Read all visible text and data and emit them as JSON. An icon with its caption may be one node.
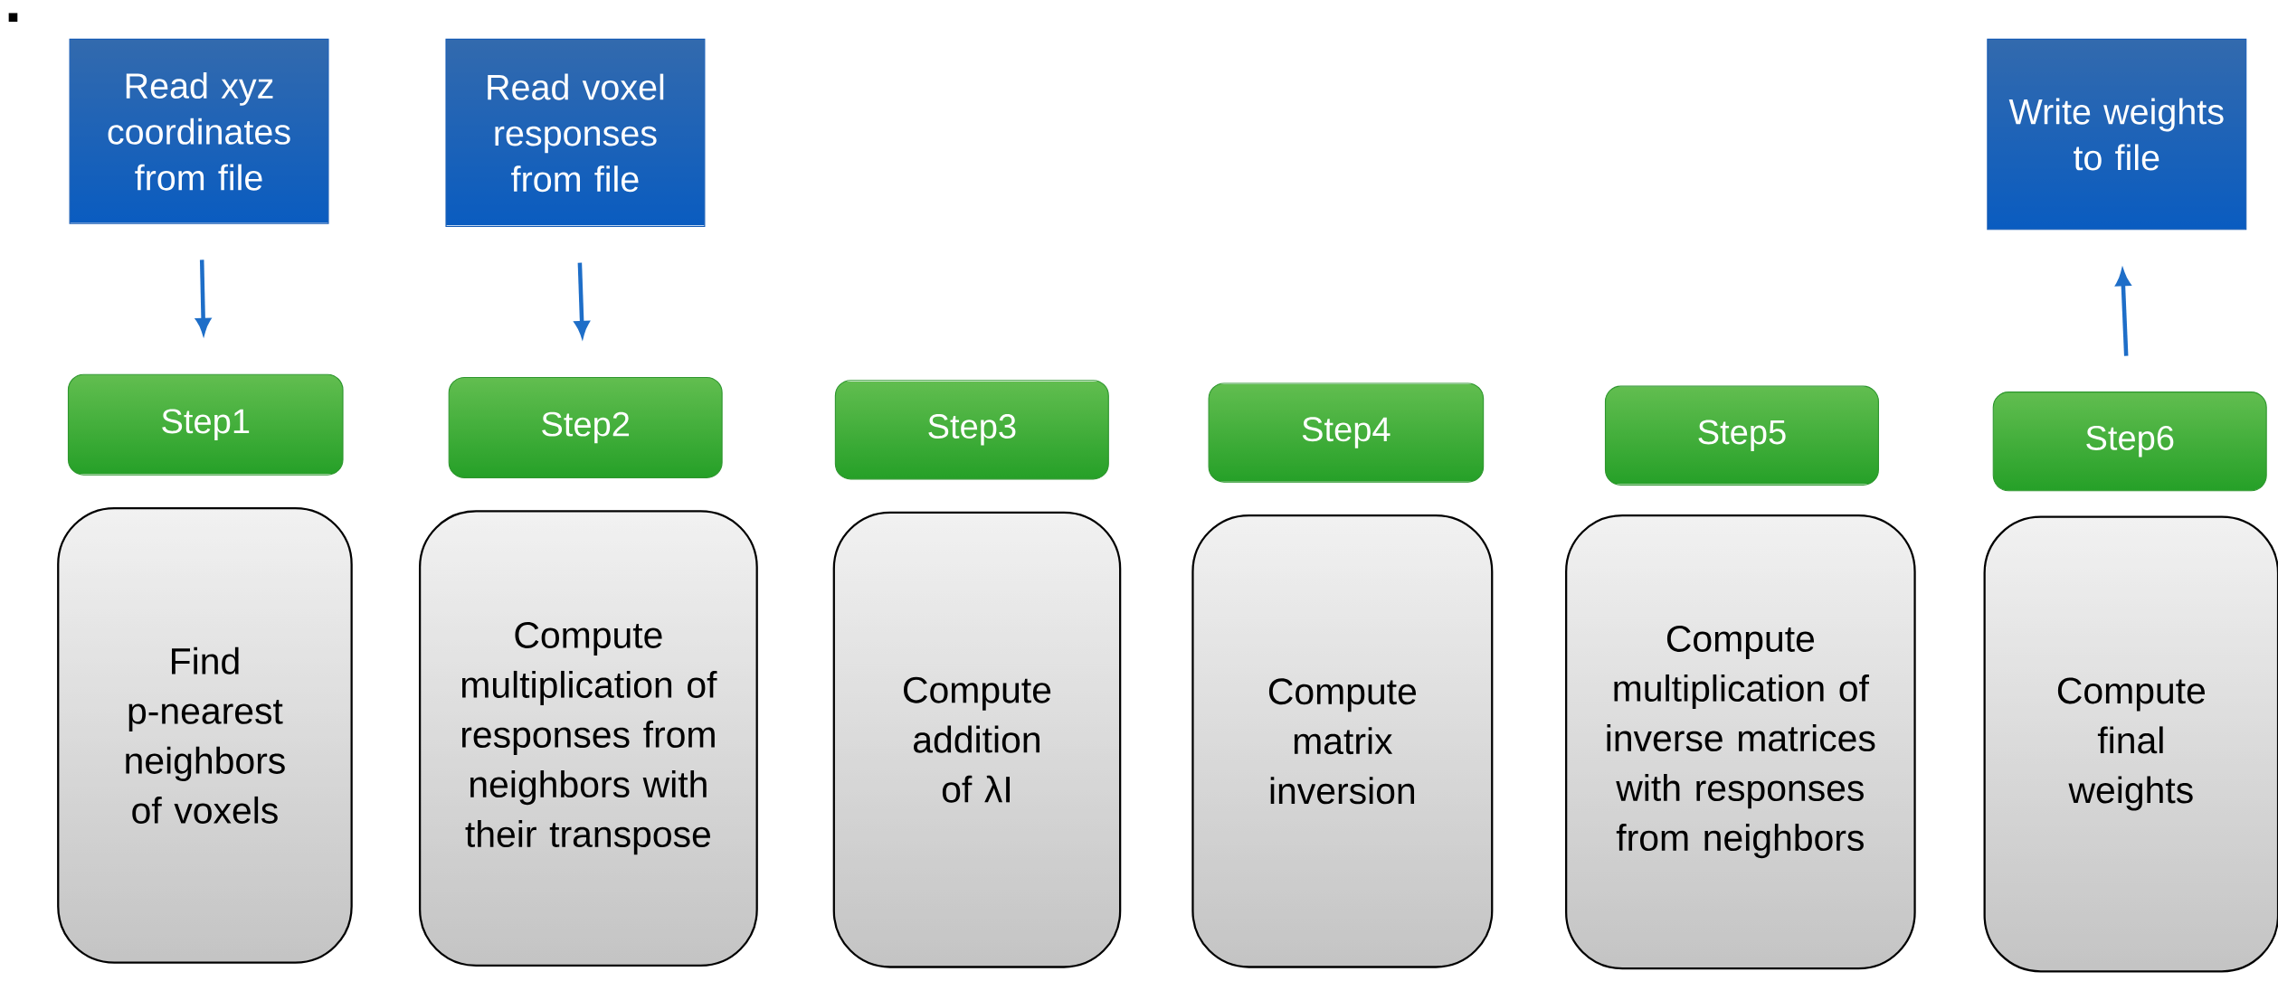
{
  "diagram": {
    "nodes": [
      {
        "text": [
          "Read xyz coordinates from file"
        ]
      },
      {
        "text": [
          "Read voxel responses from file"
        ]
      },
      {
        "text": [
          "Write weights to file"
        ]
      },
      {
        "text": [
          "Step1"
        ]
      },
      {
        "text": [
          "Step2"
        ]
      },
      {
        "text": [
          "Step3"
        ]
      },
      {
        "text": [
          "Step4"
        ]
      },
      {
        "text": [
          "Step5"
        ]
      },
      {
        "text": [
          "Step6"
        ]
      },
      {
        "text": [
          "Find p-nearest neighbors of voxels"
        ]
      },
      {
        "text": [
          "Compute multiplication of responses from neighbors with their transpose"
        ]
      },
      {
        "text": [
          "Compute addition of λI"
        ]
      },
      {
        "text": [
          "Compute matrix inversion"
        ]
      },
      {
        "text": [
          "Compute multiplication of inverse matrices with responses from neighbors"
        ]
      },
      {
        "text": [
          "Compute final weights"
        ]
      }
    ],
    "edges": [
      {
        "from": 0,
        "to": 3,
        "arrow": "to"
      },
      {
        "from": 1,
        "to": 4,
        "arrow": "to"
      },
      {
        "from": 8,
        "to": 2,
        "arrow": "to"
      }
    ]
  }
}
